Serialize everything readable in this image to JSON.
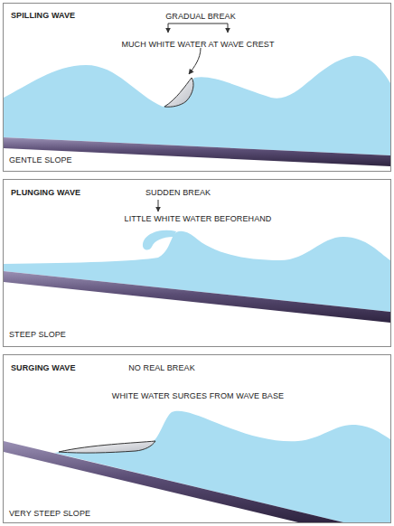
{
  "diagram": {
    "nodes": [
      {
        "text": [
          "SPILLING WAVE",
          "GRADUAL BREAK",
          "MUCH WHITE WATER AT WAVE CREST",
          "GENTLE SLOPE"
        ]
      },
      {
        "text": [
          "PLUNGING WAVE",
          "SUDDEN BREAK",
          "LITTLE WHITE WATER BEFOREHAND",
          "STEEP SLOPE"
        ]
      },
      {
        "text": [
          "SURGING WAVE",
          "NO REAL BREAK",
          "WHITE WATER SURGES FROM WAVE BASE",
          "VERY STEEP SLOPE"
        ]
      }
    ]
  }
}
